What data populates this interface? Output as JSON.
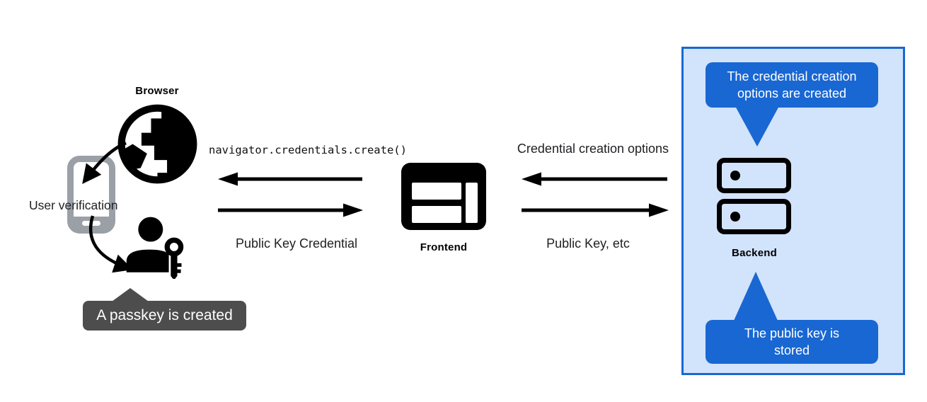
{
  "colors": {
    "panel_bg": "#d2e3fc",
    "panel_border": "#1967d2",
    "bubble_blue": "#1967d2",
    "tooltip_gray": "#4d4d4d",
    "icon_black": "#000000",
    "phone_gray": "#9aa0a6"
  },
  "browser": {
    "label": "Browser",
    "icon": "globe-icon"
  },
  "authenticator": {
    "verification_label": "User verification",
    "phone_icon": "smartphone-icon",
    "user_icon": "person-with-key-icon",
    "tooltip": "A passkey is created"
  },
  "frontend": {
    "label": "Frontend",
    "icon": "browser-window-icon"
  },
  "backend": {
    "label": "Backend",
    "icon": "server-stack-icon",
    "bubble_top": "The credential creation options are created",
    "bubble_bottom": "The public key is stored"
  },
  "flows": {
    "create_call": "navigator.credentials.create()",
    "public_key_credential": "Public Key Credential",
    "credential_creation_options": "Credential creation options",
    "public_key_etc": "Public Key, etc"
  }
}
